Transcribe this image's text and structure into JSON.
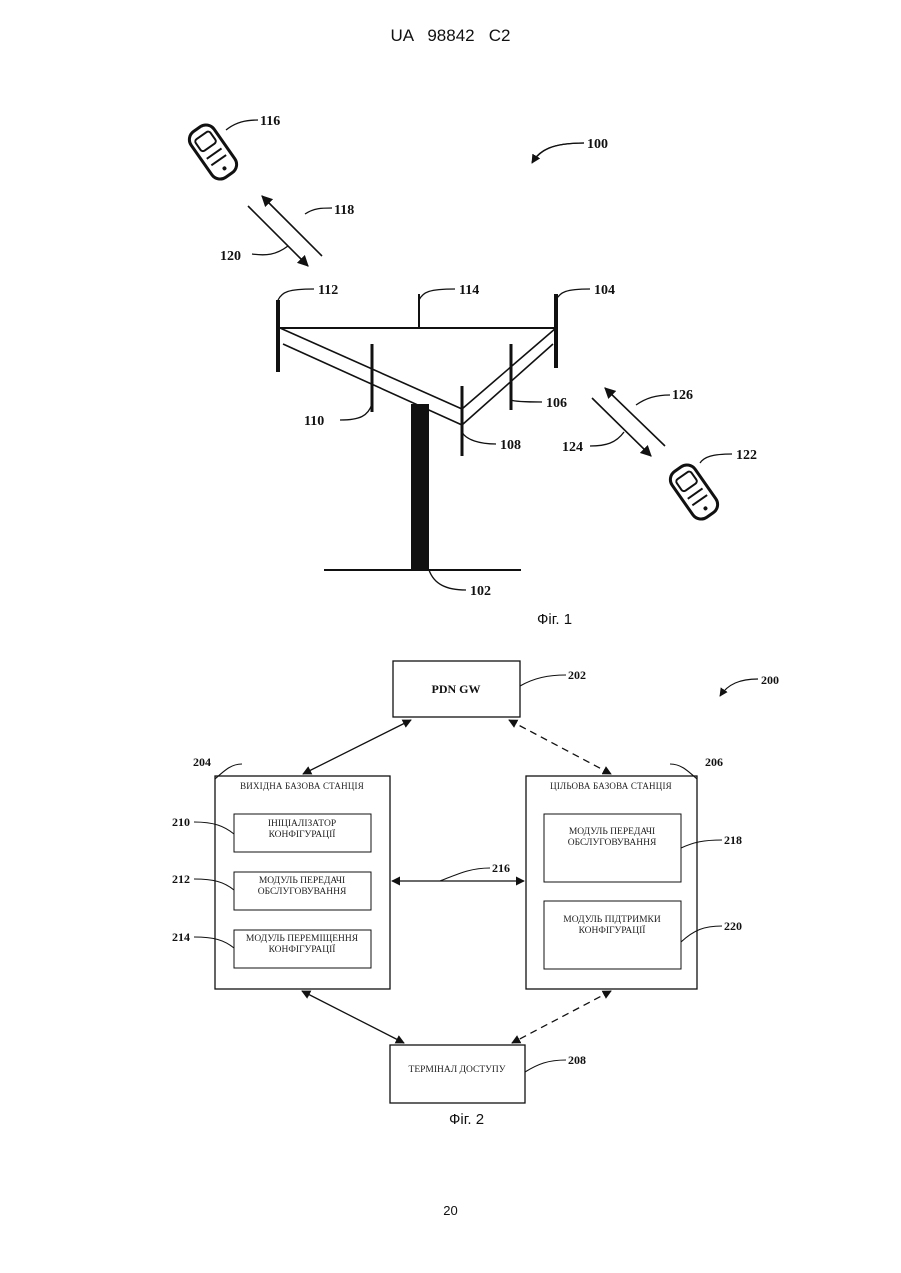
{
  "header": {
    "text": "UA   98842   C2"
  },
  "footer": {
    "page_number": "20"
  },
  "figure1": {
    "caption": "Фіг. 1",
    "labels": {
      "system": "100",
      "mast": "102",
      "antenna_104": "104",
      "antenna_106": "106",
      "antenna_108": "108",
      "antenna_110": "110",
      "antenna_112": "112",
      "antenna_114": "114",
      "terminal_116": "116",
      "link_118": "118",
      "link_120": "120",
      "terminal_122": "122",
      "link_124": "124",
      "link_126": "126"
    }
  },
  "figure2": {
    "caption": "Фіг. 2",
    "labels": {
      "system": "200",
      "pdn_gw": "202",
      "source_bs": "204",
      "target_bs": "206",
      "access_terminal": "208",
      "config_initiator": "210",
      "handover_module_src": "212",
      "config_relocation": "214",
      "interface": "216",
      "handover_module_tgt": "218",
      "config_support": "220"
    },
    "boxes": {
      "pdn_gw": "PDN GW",
      "source_title": "ВИХІДНА БАЗОВА СТАНЦІЯ",
      "target_title": "ЦІЛЬОВА БАЗОВА СТАНЦІЯ",
      "config_initiator_line1": "ІНІЦІАЛІЗАТОР",
      "config_initiator_line2": "КОНФІГУРАЦІЇ",
      "handover_src_line1": "МОДУЛЬ ПЕРЕДАЧІ",
      "handover_src_line2": "ОБСЛУГОВУВАННЯ",
      "config_relocation_line1": "МОДУЛЬ ПЕРЕМІЩЕННЯ",
      "config_relocation_line2": "КОНФІГУРАЦІЇ",
      "handover_tgt_line1": "МОДУЛЬ ПЕРЕДАЧІ",
      "handover_tgt_line2": "ОБСЛУГОВУВАННЯ",
      "config_support_line1": "МОДУЛЬ ПІДТРИМКИ",
      "config_support_line2": "КОНФІГУРАЦІЇ",
      "access_terminal": "ТЕРМІНАЛ ДОСТУПУ"
    }
  }
}
